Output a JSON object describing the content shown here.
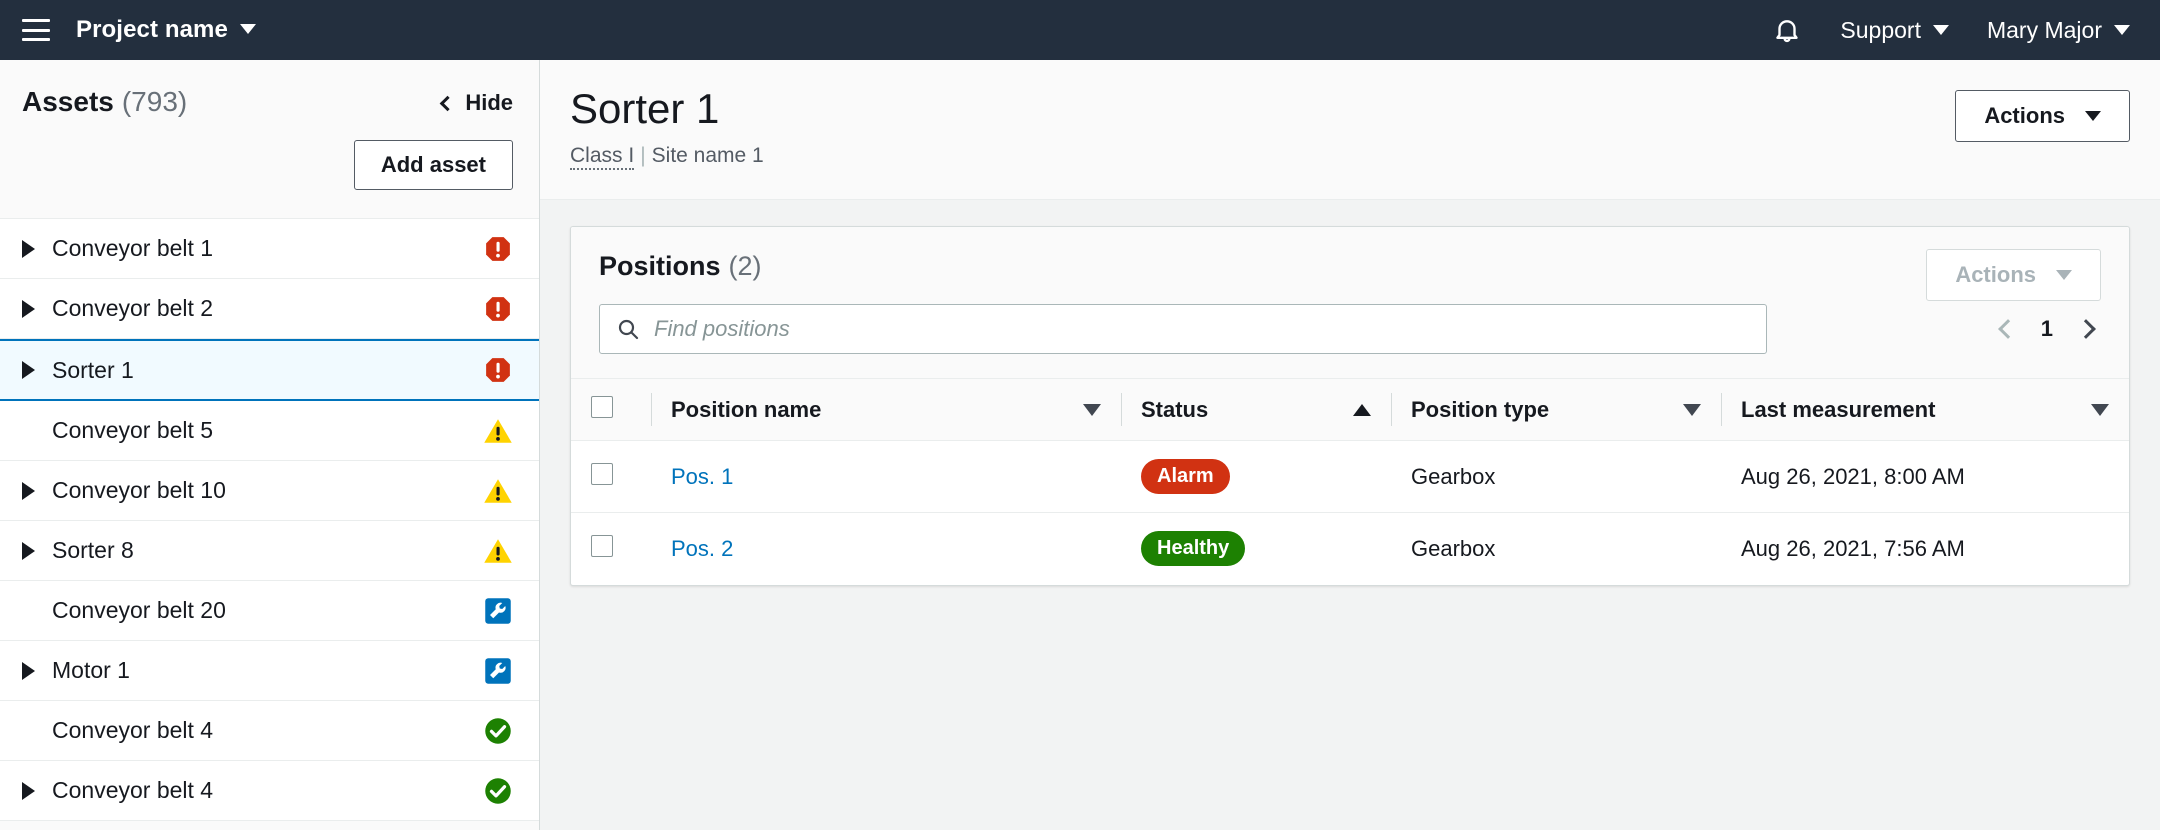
{
  "topnav": {
    "menu_icon": "hamburger-icon",
    "project_label": "Project name",
    "notifications_icon": "bell-icon",
    "support_label": "Support",
    "user_label": "Mary Major"
  },
  "sidebar": {
    "title": "Assets",
    "count": "(793)",
    "hide_label": "Hide",
    "add_asset_label": "Add asset",
    "items": [
      {
        "label": "Conveyor belt 1",
        "expandable": true,
        "status": "alarm",
        "selected": false
      },
      {
        "label": "Conveyor belt 2",
        "expandable": true,
        "status": "alarm",
        "selected": false
      },
      {
        "label": "Sorter 1",
        "expandable": true,
        "status": "alarm",
        "selected": true
      },
      {
        "label": "Conveyor belt 5",
        "expandable": false,
        "status": "warning",
        "selected": false
      },
      {
        "label": "Conveyor belt 10",
        "expandable": true,
        "status": "warning",
        "selected": false
      },
      {
        "label": "Sorter 8",
        "expandable": true,
        "status": "warning",
        "selected": false
      },
      {
        "label": "Conveyor belt 20",
        "expandable": false,
        "status": "maintenance",
        "selected": false
      },
      {
        "label": "Motor 1",
        "expandable": true,
        "status": "maintenance",
        "selected": false
      },
      {
        "label": "Conveyor belt 4",
        "expandable": false,
        "status": "healthy",
        "selected": false
      },
      {
        "label": "Conveyor belt 4",
        "expandable": true,
        "status": "healthy",
        "selected": false
      }
    ]
  },
  "main": {
    "title": "Sorter 1",
    "subtitle_class": "Class I",
    "subtitle_separator": "|",
    "subtitle_site": "Site name 1",
    "actions_label": "Actions"
  },
  "positions_card": {
    "title": "Positions",
    "count": "(2)",
    "actions_label": "Actions",
    "actions_disabled": true,
    "search_placeholder": "Find positions",
    "search_value": "",
    "search_icon": "search-icon",
    "pagination": {
      "prev_icon": "chevron-left-icon",
      "current_page": "1",
      "next_icon": "chevron-right-icon",
      "prev_disabled": true
    },
    "columns": [
      {
        "label": "Position name",
        "sort": "none"
      },
      {
        "label": "Status",
        "sort": "asc"
      },
      {
        "label": "Position type",
        "sort": "none"
      },
      {
        "label": "Last measurement",
        "sort": "none"
      }
    ],
    "rows": [
      {
        "name": "Pos. 1",
        "status": "Alarm",
        "status_kind": "alarm",
        "type": "Gearbox",
        "last_measurement": "Aug 26, 2021, 8:00 AM",
        "checked": false
      },
      {
        "name": "Pos. 2",
        "status": "Healthy",
        "status_kind": "healthy",
        "type": "Gearbox",
        "last_measurement": "Aug 26, 2021, 7:56 AM",
        "checked": false
      }
    ]
  },
  "colors": {
    "nav_background": "#232f3e",
    "link": "#0073bb",
    "alarm": "#d13212",
    "warning": "#ffd300",
    "maintenance": "#0073bb",
    "healthy": "#1d8102",
    "selected_row": "#f1faff"
  }
}
